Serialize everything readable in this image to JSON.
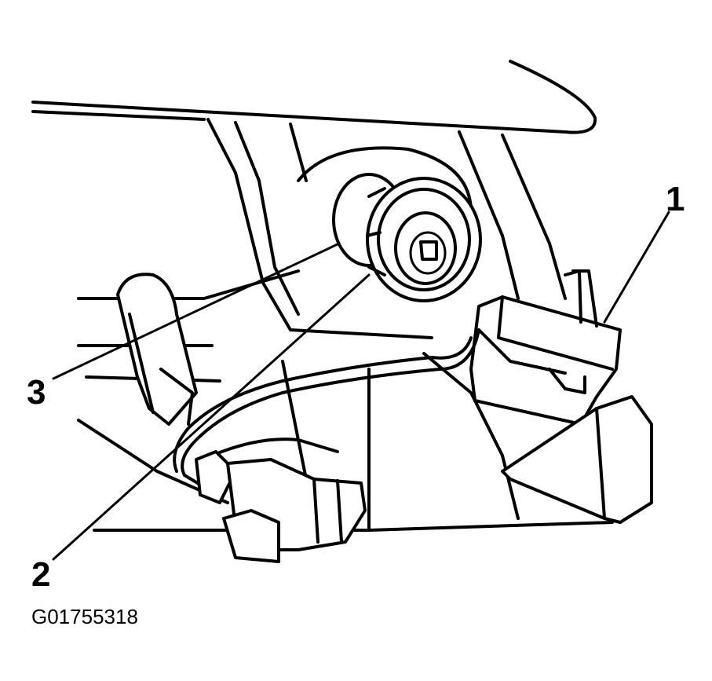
{
  "callouts": {
    "one": "1",
    "two": "2",
    "three": "3"
  },
  "figure_id": "G01755318"
}
